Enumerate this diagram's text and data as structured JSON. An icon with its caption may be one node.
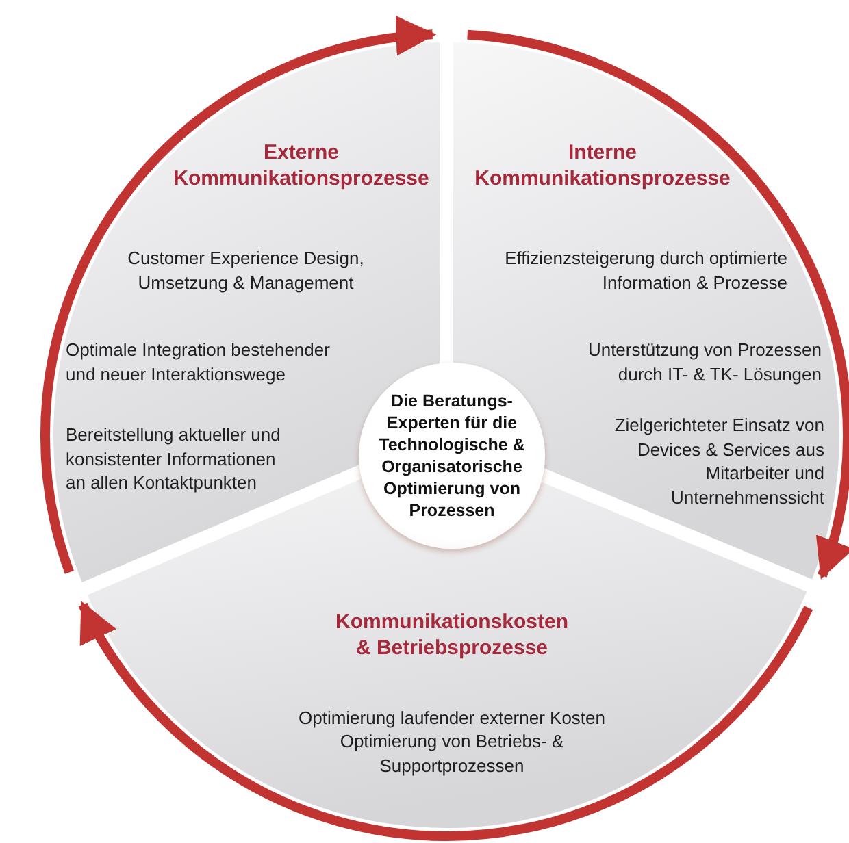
{
  "diagram": {
    "nodes": [
      {
        "text": [
          "Externe Kommunikationsprozesse",
          "Customer Experience Design, Umsetzung & Management",
          "Optimale Integration bestehender und neuer Interaktionswege",
          "Bereitstellung aktueller und konsistenter Informationen an allen Kontaktpunkten"
        ]
      },
      {
        "text": [
          "Interne Kommunikationsprozesse",
          "Effizienzsteigerung durch optimierte Information & Prozesse",
          "Unterstützung von Prozessen durch IT- & TK- Lösungen",
          "Zielgerichteter Einsatz von Devices & Services aus Mitarbeiter und Unternehmenssicht"
        ]
      },
      {
        "text": [
          "Kommunikationskosten & Betriebsprozesse",
          "Optimierung laufender externer Kosten",
          "Optimierung von Betriebs- & Supportprozessen"
        ]
      },
      {
        "text": [
          "Die Beratungs-Experten für die Technologische & Organisatorische Optimierung von Prozessen"
        ]
      }
    ],
    "edges": [
      {
        "from": 0,
        "to": 1,
        "arrow": "to"
      },
      {
        "from": 1,
        "to": 2,
        "arrow": "to"
      },
      {
        "from": 2,
        "to": 0,
        "arrow": "to"
      }
    ]
  }
}
